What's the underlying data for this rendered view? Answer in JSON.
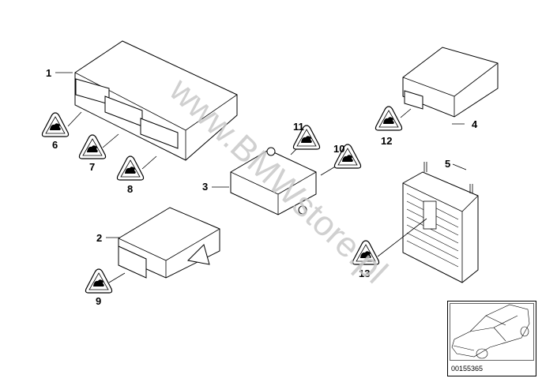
{
  "diagram": {
    "part_labels": [
      "1",
      "2",
      "3",
      "4",
      "5",
      "6",
      "7",
      "8",
      "9",
      "10",
      "11",
      "12",
      "13"
    ],
    "image_code": "00155365",
    "watermark": "www.BMWstore.pl",
    "warning_icon": "esd-warning-triangle-icon"
  }
}
